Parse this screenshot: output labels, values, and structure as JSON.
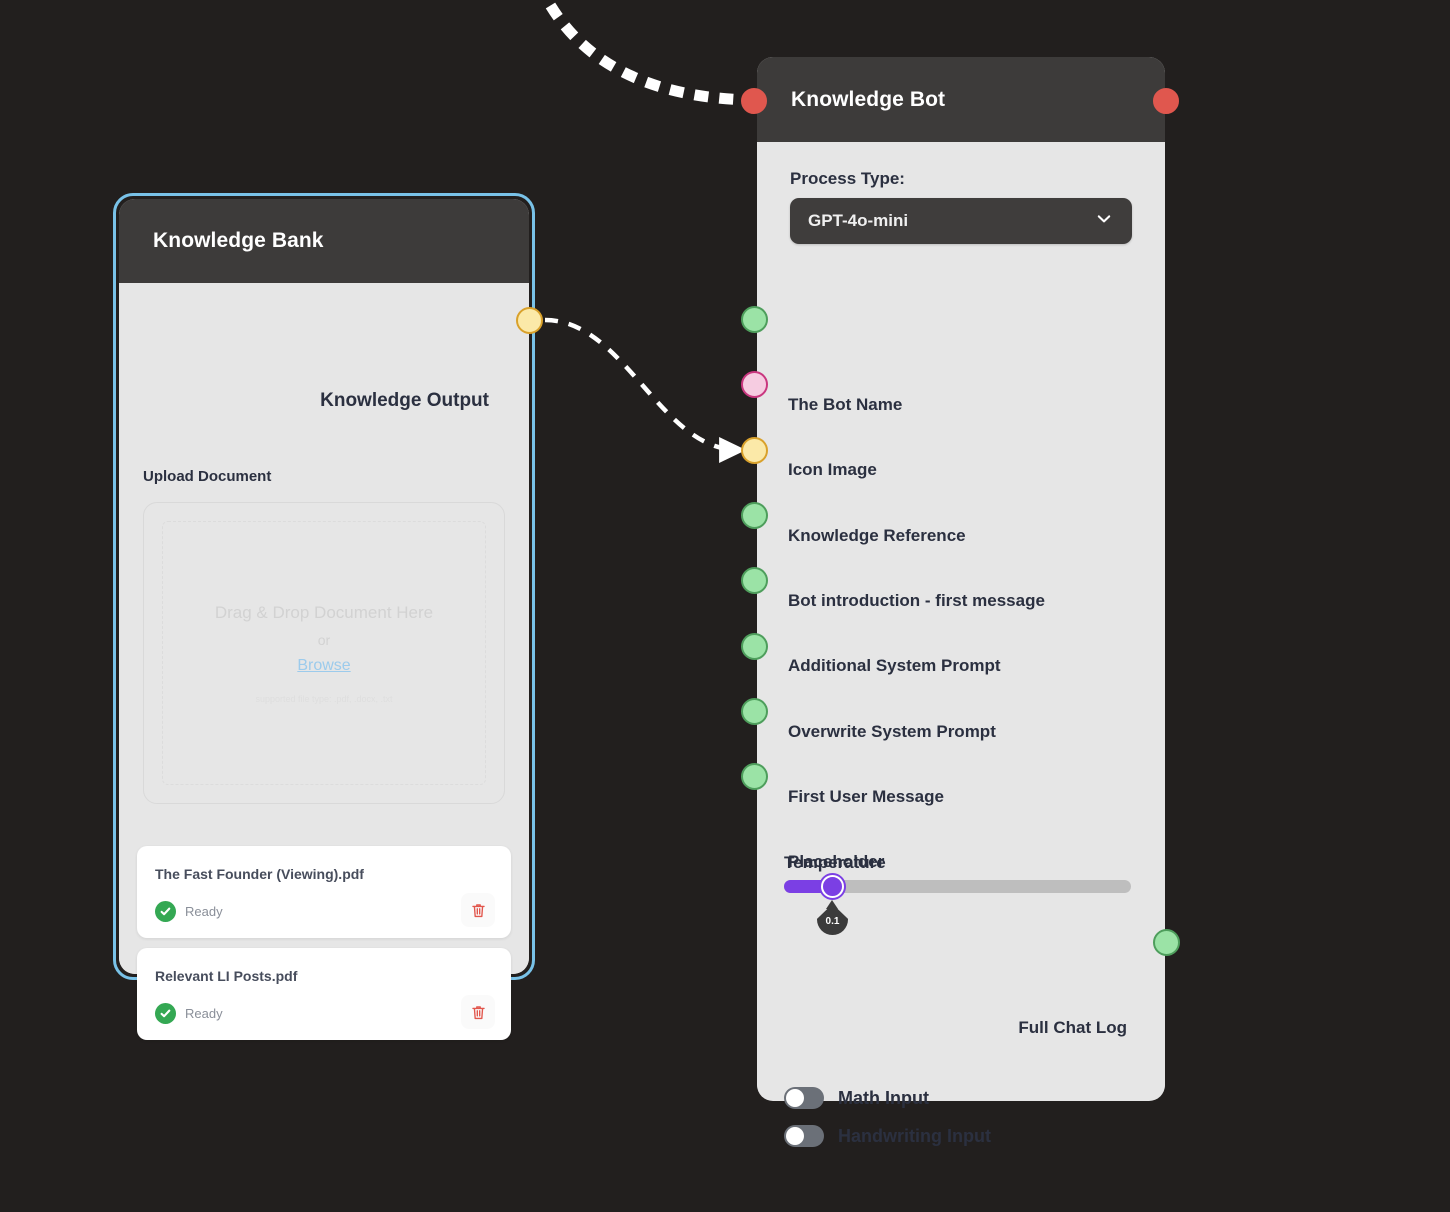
{
  "canvas": {
    "background": "#221F1E"
  },
  "colors": {
    "node_header": "#3D3B3A",
    "node_body": "#E6E6E6",
    "selection_ring": "#79C2E8",
    "port_green_fill": "#9BE3A6",
    "port_green_border": "#4E9E5C",
    "port_pink_fill": "#F6CCE1",
    "port_pink_border": "#C9377F",
    "port_yellow_fill": "#FBE9A8",
    "port_yellow_border": "#D9A12B",
    "port_red": "#E0574E",
    "slider_accent": "#7B3FE4",
    "edge": "#FFFFFF",
    "link_blue": "#9CCBEC",
    "trash_red": "#E2564C",
    "status_green": "#34A853"
  },
  "knowledge_bank": {
    "title": "Knowledge Bank",
    "selected": true,
    "output_port": {
      "label": "Knowledge Output",
      "color": "yellow"
    },
    "upload_section_label": "Upload Document",
    "dropzone": {
      "main_text": "Drag & Drop Document Here",
      "or_text": "or",
      "browse_label": "Browse",
      "supported_types": "supported file type: .pdf, .docx, .txt"
    },
    "files": [
      {
        "name": "The Fast Founder (Viewing).pdf",
        "status": "Ready",
        "status_icon": "check-circle-icon",
        "delete_icon": "trash-icon"
      },
      {
        "name": "Relevant LI Posts.pdf",
        "status": "Ready",
        "status_icon": "check-circle-icon",
        "delete_icon": "trash-icon"
      }
    ]
  },
  "knowledge_bot": {
    "title": "Knowledge Bot",
    "header_ports": [
      {
        "side": "left",
        "color": "red",
        "connected": true
      },
      {
        "side": "right",
        "color": "red",
        "connected": false
      }
    ],
    "process_type": {
      "label": "Process Type:",
      "selected_value": "GPT-4o-mini",
      "chevron_icon": "chevron-down-icon"
    },
    "input_ports": [
      {
        "label": "The Bot Name",
        "color": "green"
      },
      {
        "label": "Icon Image",
        "color": "pink"
      },
      {
        "label": "Knowledge Reference",
        "color": "yellow",
        "connected": true
      },
      {
        "label": "Bot introduction - first message",
        "color": "green"
      },
      {
        "label": "Additional System Prompt",
        "color": "green"
      },
      {
        "label": "Overwrite System Prompt",
        "color": "green"
      },
      {
        "label": "First User Message",
        "color": "green"
      },
      {
        "label": "Placeholder",
        "color": "green"
      }
    ],
    "temperature": {
      "label": "Temperature",
      "value": "0.1",
      "min": 0,
      "max": 1,
      "percent": 10
    },
    "output_ports": [
      {
        "label": "Full Chat Log",
        "color": "green"
      }
    ],
    "toggles": [
      {
        "label": "Math Input",
        "on": false
      },
      {
        "label": "Handwriting Input",
        "on": false
      }
    ]
  }
}
